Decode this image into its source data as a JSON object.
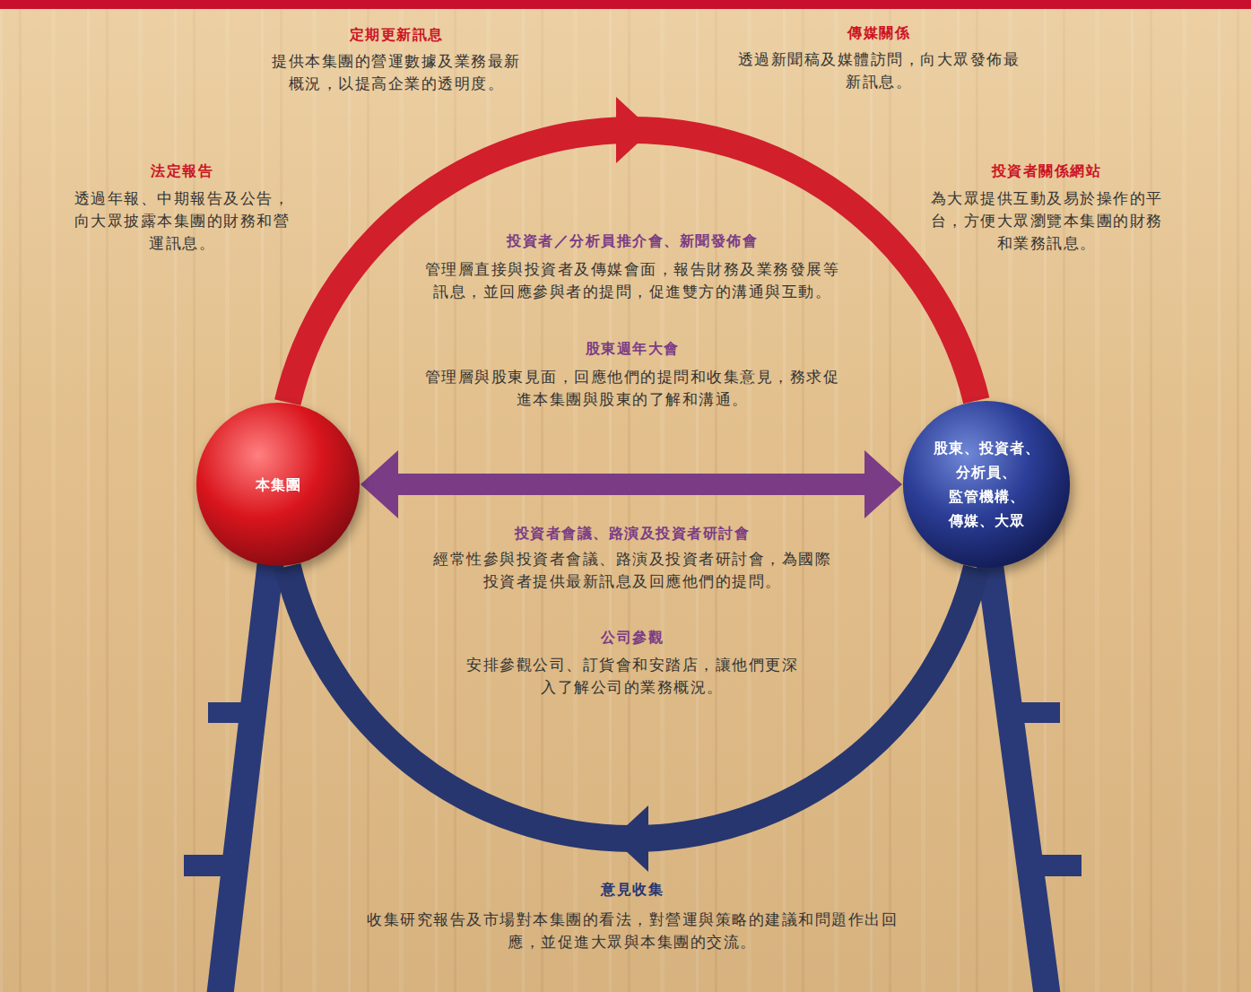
{
  "diagram": {
    "nodes": [
      {
        "text": [
          "本集團"
        ]
      },
      {
        "text": [
          "股東、投資者、 分析員、 監管機構、 傳媒、大眾"
        ]
      }
    ],
    "edges": [
      {
        "from": 0,
        "to": 1,
        "arrow": "to"
      },
      {
        "from": 1,
        "to": 0,
        "arrow": "to"
      },
      {
        "from": 0,
        "to": 1,
        "arrow": "both"
      }
    ],
    "labels": [
      "定期更新訊息",
      "提供本集團的營運數據及業務最新 概況，以提高企業的透明度。",
      "傳媒關係",
      "透過新聞稿及媒體訪問，向大眾發佈最 新訊息。",
      "法定報告",
      "透過年報、中期報告及公告， 向大眾披露本集團的財務和營 運訊息。",
      "投資者關係網站",
      "為大眾提供互動及易於操作的平 台，方便大眾瀏覽本集團的財務 和業務訊息。",
      "投資者／分析員推介會、新聞發佈會",
      "管理層直接與投資者及傳媒會面，報告財務及業務發展等 訊息，並回應參與者的提問，促進雙方的溝通與互動。",
      "股東週年大會",
      "管理層與股東見面，回應他們的提問和收集意見，務求促 進本集團與股東的了解和溝通。",
      "投資者會議、路演及投資者研討會",
      "經常性參與投資者會議、路演及投資者研討會，為國際 投資者提供最新訊息及回應他們的提問。",
      "公司參觀",
      "安排參觀公司、訂貨會和安踏店，讓他們更深 入了解公司的業務概況。",
      "意見收集",
      "收集研究報告及市場對本集團的看法，對營運與策略的建議和問題作出回 應，並促進大眾與本集團的交流。"
    ]
  }
}
